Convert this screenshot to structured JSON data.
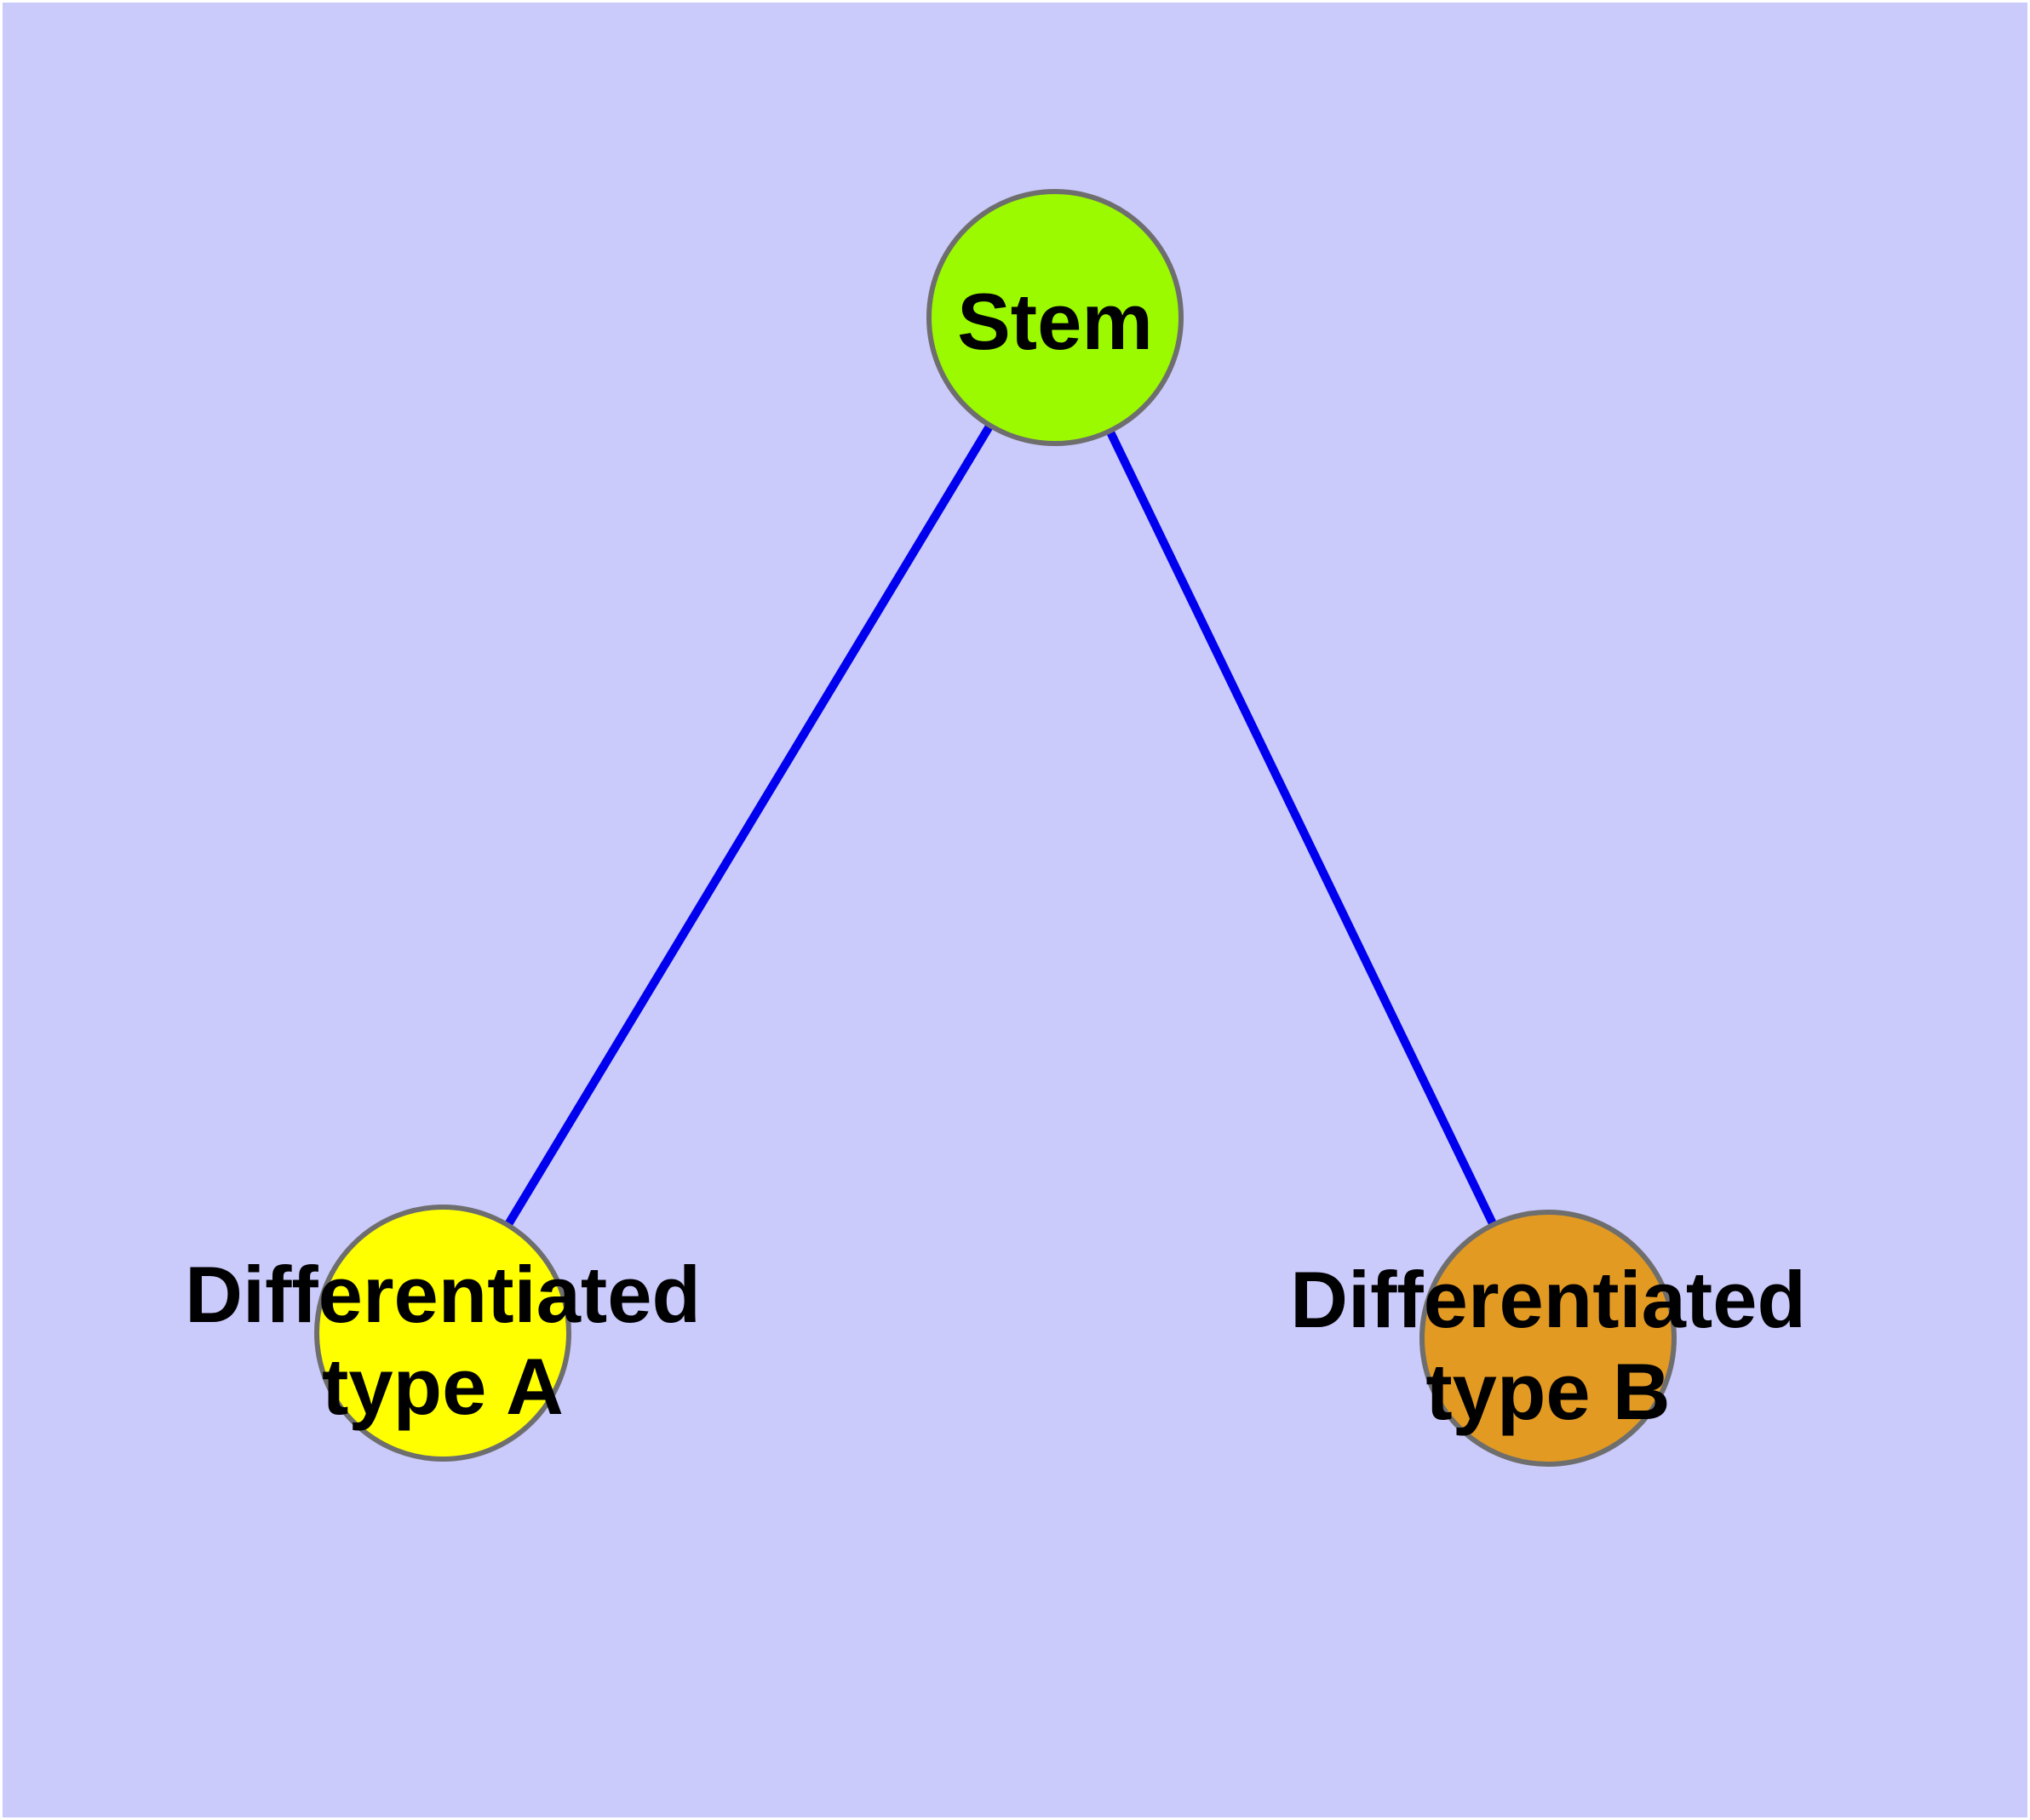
{
  "graph": {
    "type": "node-link-diagram",
    "background_color": "#CACAFB",
    "frame_color": "#FFFFFF",
    "colors": {
      "edge": "#0000EE",
      "node_border": "#6E6E6E",
      "label": "#000000"
    },
    "nodes": [
      {
        "id": "stem",
        "label_lines": [
          "Stem"
        ],
        "fill_color": "#9BFA00"
      },
      {
        "id": "differentiated-type-a",
        "label_lines": [
          "Differentiated",
          "type A"
        ],
        "fill_color": "#FFFF00"
      },
      {
        "id": "differentiated-type-b",
        "label_lines": [
          "Differentiated",
          "type B"
        ],
        "fill_color": "#E39A22"
      }
    ],
    "edges": [
      {
        "from": "stem",
        "to": "differentiated-type-a"
      },
      {
        "from": "stem",
        "to": "differentiated-type-b"
      }
    ]
  }
}
